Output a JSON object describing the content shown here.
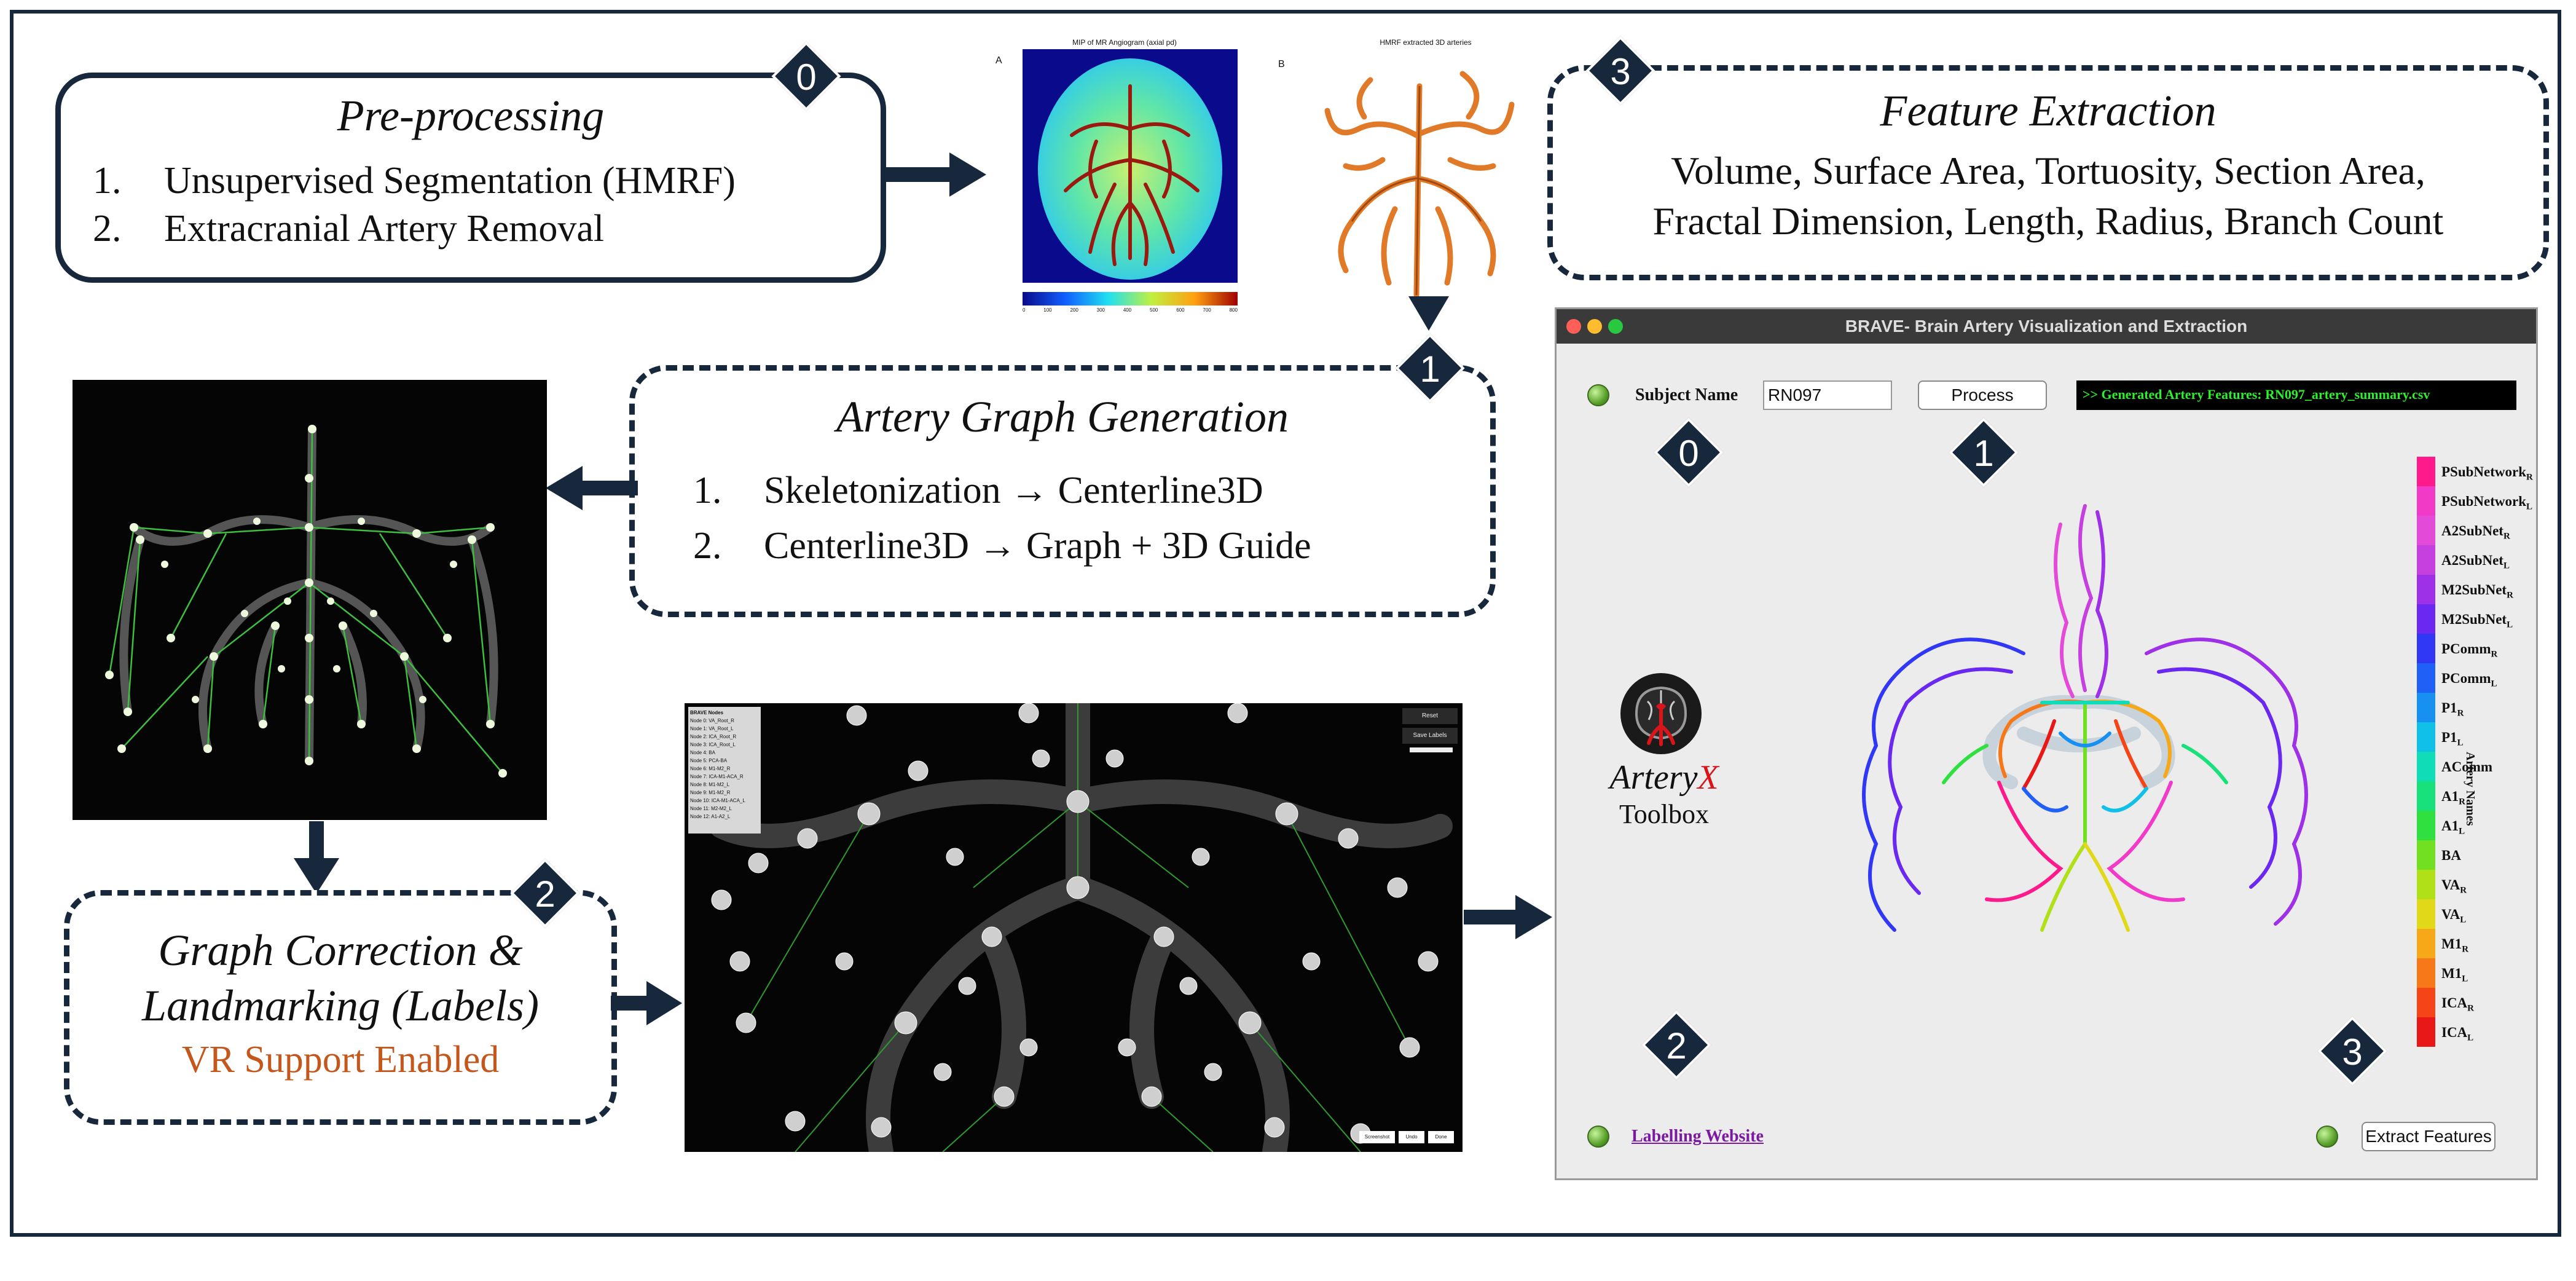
{
  "preprocessing": {
    "badge": "0",
    "title": "Pre-processing",
    "items": [
      {
        "num": "1.",
        "text": "Unsupervised Segmentation (HMRF)"
      },
      {
        "num": "2.",
        "text": "Extracranial Artery Removal"
      }
    ]
  },
  "mra_panel": {
    "label_a": "A",
    "title_a": "MIP of MR Angiogram (axial pd)",
    "label_b": "B",
    "title_b": "HMRF extracted 3D arteries",
    "colorbar_ticks": [
      "0",
      "100",
      "200",
      "300",
      "400",
      "500",
      "600",
      "700",
      "800"
    ]
  },
  "feature_extraction": {
    "badge": "3",
    "title": "Feature Extraction",
    "line1": "Volume,  Surface Area,  Tortuosity,  Section Area,",
    "line2": "Fractal Dimension,  Length,  Radius, Branch Count"
  },
  "graph_generation": {
    "badge": "1",
    "title": "Artery Graph Generation",
    "items": [
      {
        "num": "1.",
        "text": "Skeletonization → Centerline3D"
      },
      {
        "num": "2.",
        "text": "Centerline3D →  Graph + 3D Guide"
      }
    ]
  },
  "graph_correction": {
    "badge": "2",
    "title_line1": "Graph Correction &",
    "title_line2": "Landmarking (Labels)",
    "vr_text": "VR Support Enabled",
    "vr_color": "#c4581c"
  },
  "vr_panel": {
    "header": "BRAVE Nodes",
    "node_list": [
      "Node 0: VA_Root_R",
      "Node 1: VA_Root_L",
      "Node 2: ICA_Root_R",
      "Node 3: ICA_Root_L",
      "Node 4: BA",
      "Node 5: PCA-BA",
      "Node 6: M1-M2_R",
      "Node 7: ICA-M1-ACA_R",
      "Node 8: M1-M2_L",
      "Node 9: M1-M2_R",
      "Node 10: ICA-M1-ACA_L",
      "Node 11: M2-M2_L",
      "Node 12: A1-A2_L"
    ],
    "button_reset": "Reset",
    "button_save": "Save Labels",
    "bottom_buttons": [
      "Screenshot",
      "Undo",
      "Done"
    ]
  },
  "brave_window": {
    "title": "BRAVE- Brain Artery Visualization and Extraction",
    "subject_label": "Subject Name",
    "subject_value": "RN097",
    "process_button": "Process",
    "output_text": ">> Generated Artery Features: RN097_artery_summary.csv",
    "badges": [
      "0",
      "1",
      "2",
      "3"
    ],
    "logo_name": "Artery",
    "logo_x": "X",
    "logo_sub": "Toolbox",
    "labelling_link": "Labelling Website",
    "extract_button": "Extract Features",
    "legend_axis_label": "Artery Names",
    "legend": [
      {
        "base": "PSubNetwork",
        "sub": "R",
        "color": "#ff1a8c"
      },
      {
        "base": "PSubNetwork",
        "sub": "L",
        "color": "#f23ac8"
      },
      {
        "base": "A2SubNet",
        "sub": "R",
        "color": "#e44ad8"
      },
      {
        "base": "A2SubNet",
        "sub": "L",
        "color": "#c640e0"
      },
      {
        "base": "M2SubNet",
        "sub": "R",
        "color": "#9e30e8"
      },
      {
        "base": "M2SubNet",
        "sub": "L",
        "color": "#6a28f0"
      },
      {
        "base": "PComm",
        "sub": "R",
        "color": "#3038f6"
      },
      {
        "base": "PComm",
        "sub": "L",
        "color": "#2060f6"
      },
      {
        "base": "P1",
        "sub": "R",
        "color": "#1890f2"
      },
      {
        "base": "P1",
        "sub": "L",
        "color": "#10c0e6"
      },
      {
        "base": "AComm",
        "sub": "",
        "color": "#10dcb8"
      },
      {
        "base": "A1",
        "sub": "R",
        "color": "#18e07a"
      },
      {
        "base": "A1",
        "sub": "L",
        "color": "#30e040"
      },
      {
        "base": "BA",
        "sub": "",
        "color": "#70e020"
      },
      {
        "base": "VA",
        "sub": "R",
        "color": "#b0e018"
      },
      {
        "base": "VA",
        "sub": "L",
        "color": "#e0d818"
      },
      {
        "base": "M1",
        "sub": "R",
        "color": "#f6a818"
      },
      {
        "base": "M1",
        "sub": "L",
        "color": "#f67818"
      },
      {
        "base": "ICA",
        "sub": "R",
        "color": "#f44418"
      },
      {
        "base": "ICA",
        "sub": "L",
        "color": "#e81818"
      }
    ]
  },
  "colors": {
    "frame": "#17283c",
    "artery_orange": "#e07a28",
    "artery_red": "#9a1a10",
    "graph_green": "#3fbf3f",
    "terminal_green": "#2cf02c"
  }
}
